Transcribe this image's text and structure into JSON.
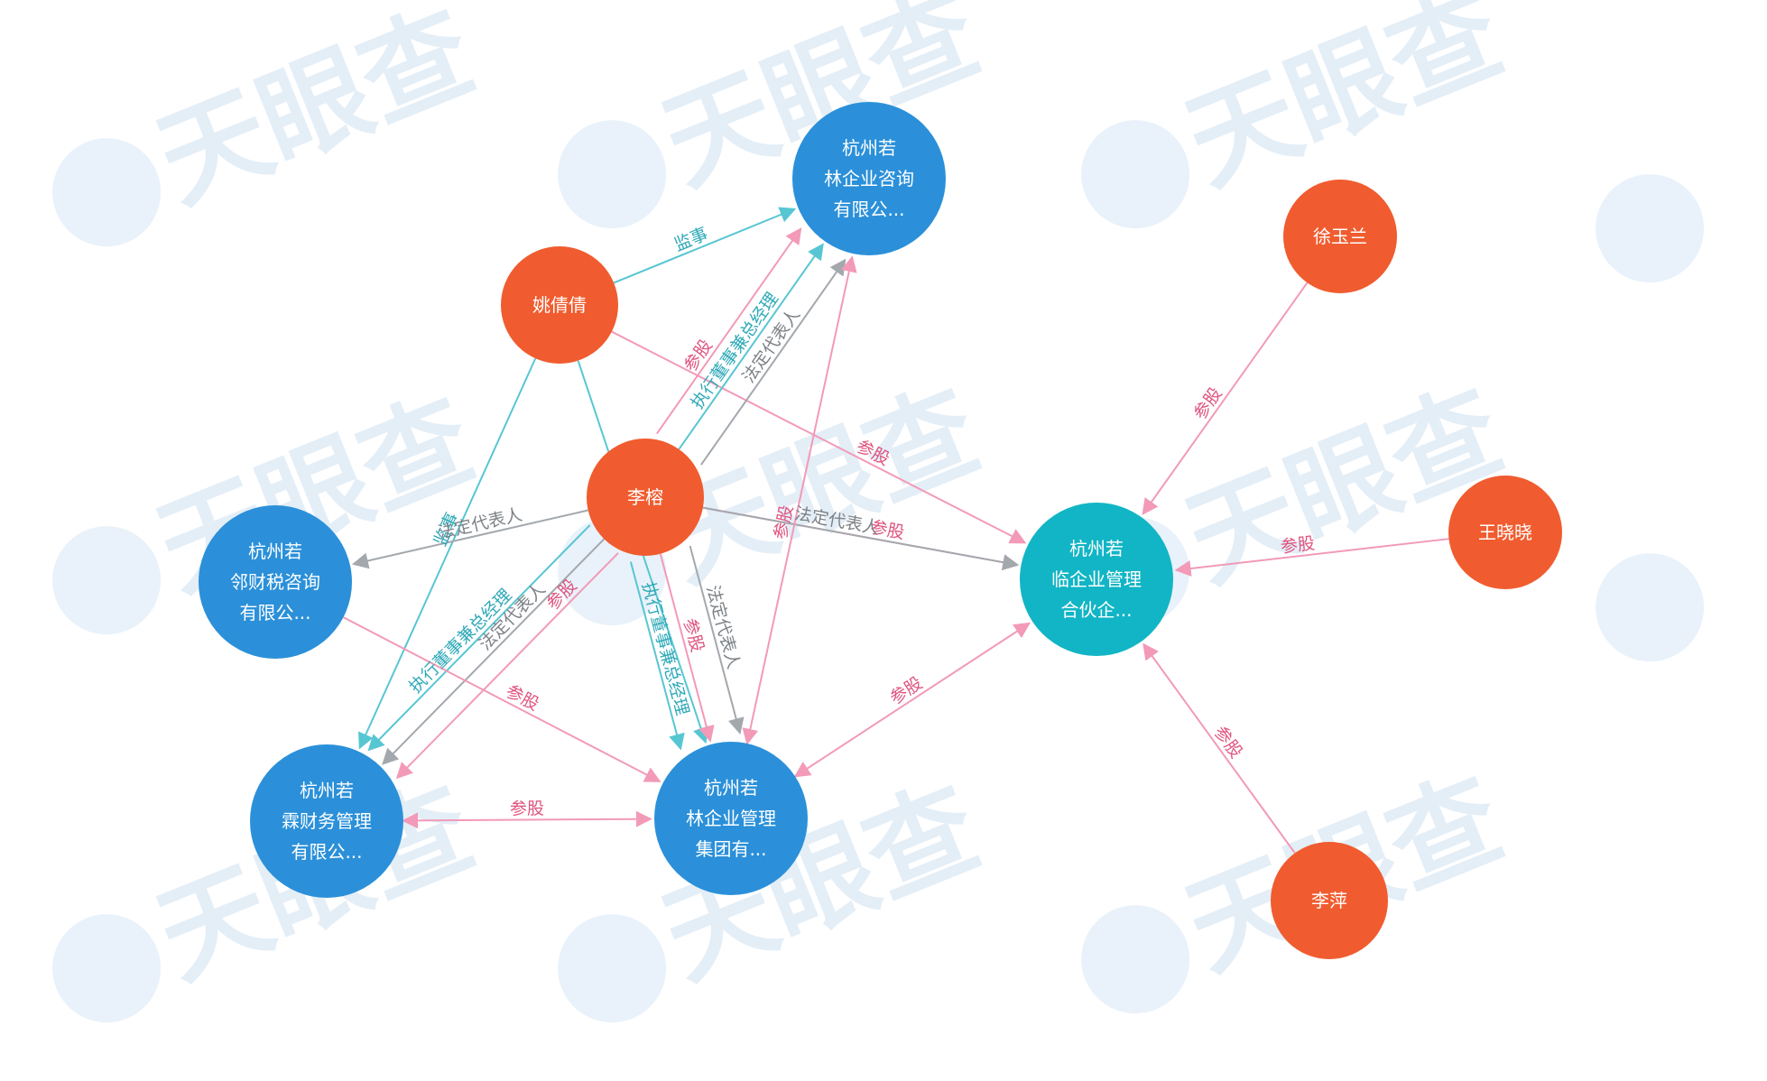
{
  "colors": {
    "person": "#f05c2f",
    "company": "#2b90d9",
    "partnership": "#12b5c5",
    "edge_share": "#f29ab8",
    "edge_share_text": "#e0547f",
    "edge_legal": "#a3a8ad",
    "edge_legal_text": "#7d8287",
    "edge_exec": "#57c6d3",
    "edge_exec_text": "#2fa9b8",
    "watermark": "#e4eef7"
  },
  "watermark": {
    "text": "天眼查"
  },
  "nodes": [
    {
      "id": "ruolin_consult",
      "type": "company",
      "lines": [
        "杭州若",
        "林企业咨询",
        "有限公..."
      ]
    },
    {
      "id": "xu",
      "type": "person",
      "lines": [
        "徐玉兰"
      ]
    },
    {
      "id": "yao",
      "type": "person",
      "lines": [
        "姚倩倩"
      ]
    },
    {
      "id": "li_rong",
      "type": "person",
      "lines": [
        "李榕"
      ]
    },
    {
      "id": "ruolin_tax",
      "type": "company",
      "lines": [
        "杭州若",
        "邻财税咨询",
        "有限公..."
      ]
    },
    {
      "id": "ruolin_partner",
      "type": "partnership",
      "lines": [
        "杭州若",
        "临企业管理",
        "合伙企..."
      ]
    },
    {
      "id": "wang",
      "type": "person",
      "lines": [
        "王晓晓"
      ]
    },
    {
      "id": "ruolin_finance",
      "type": "company",
      "lines": [
        "杭州若",
        "霖财务管理",
        "有限公..."
      ]
    },
    {
      "id": "ruolin_group",
      "type": "company",
      "lines": [
        "杭州若",
        "林企业管理",
        "集团有..."
      ]
    },
    {
      "id": "li_ping",
      "type": "person",
      "lines": [
        "李萍"
      ]
    }
  ],
  "edges": [
    {
      "id": "e1",
      "from": "yao",
      "to": "ruolin_consult",
      "kind": "exec",
      "label": "监事"
    },
    {
      "id": "e2",
      "from": "yao",
      "to": "ruolin_finance",
      "kind": "exec",
      "label": "监事"
    },
    {
      "id": "e3",
      "from": "yao",
      "to": "ruolin_group",
      "kind": "exec",
      "label": "监事"
    },
    {
      "id": "e4",
      "from": "yao",
      "to": "ruolin_partner",
      "kind": "share",
      "label": "参股"
    },
    {
      "id": "e5",
      "from": "li_rong",
      "to": "ruolin_consult",
      "kind": "share",
      "label": "参股"
    },
    {
      "id": "e6",
      "from": "li_rong",
      "to": "ruolin_consult",
      "kind": "exec",
      "label": "执行董事兼总经理"
    },
    {
      "id": "e7",
      "from": "li_rong",
      "to": "ruolin_consult",
      "kind": "legal",
      "label": "法定代表人"
    },
    {
      "id": "e8",
      "from": "li_rong",
      "to": "ruolin_tax",
      "kind": "legal",
      "label": "法定代表人"
    },
    {
      "id": "e9",
      "from": "li_rong",
      "to": "ruolin_partner",
      "kind": "share",
      "label": "参股"
    },
    {
      "id": "e10",
      "from": "li_rong",
      "to": "ruolin_partner",
      "kind": "legal",
      "label": "法定代表人"
    },
    {
      "id": "e11",
      "from": "li_rong",
      "to": "ruolin_finance",
      "kind": "share",
      "label": "参股"
    },
    {
      "id": "e12",
      "from": "li_rong",
      "to": "ruolin_finance",
      "kind": "legal",
      "label": "法定代表人"
    },
    {
      "id": "e13",
      "from": "li_rong",
      "to": "ruolin_finance",
      "kind": "exec",
      "label": "执行董事兼总经理"
    },
    {
      "id": "e14",
      "from": "li_rong",
      "to": "ruolin_group",
      "kind": "legal",
      "label": "法定代表人"
    },
    {
      "id": "e15",
      "from": "li_rong",
      "to": "ruolin_group",
      "kind": "share",
      "label": "参股"
    },
    {
      "id": "e16",
      "from": "li_rong",
      "to": "ruolin_group",
      "kind": "exec",
      "label": "执行董事兼总经理"
    },
    {
      "id": "e17",
      "from": "ruolin_group",
      "to": "ruolin_consult",
      "kind": "share",
      "label": "参股",
      "bidirectional": true
    },
    {
      "id": "e18",
      "from": "ruolin_group",
      "to": "ruolin_partner",
      "kind": "share",
      "label": "参股",
      "bidirectional": true
    },
    {
      "id": "e19",
      "from": "ruolin_finance",
      "to": "ruolin_group",
      "kind": "share",
      "label": "参股",
      "bidirectional": true
    },
    {
      "id": "e20",
      "from": "ruolin_tax",
      "to": "ruolin_group",
      "kind": "share",
      "label": "参股"
    },
    {
      "id": "e21",
      "from": "xu",
      "to": "ruolin_partner",
      "kind": "share",
      "label": "参股"
    },
    {
      "id": "e22",
      "from": "wang",
      "to": "ruolin_partner",
      "kind": "share",
      "label": "参股"
    },
    {
      "id": "e23",
      "from": "li_ping",
      "to": "ruolin_partner",
      "kind": "share",
      "label": "参股"
    }
  ]
}
